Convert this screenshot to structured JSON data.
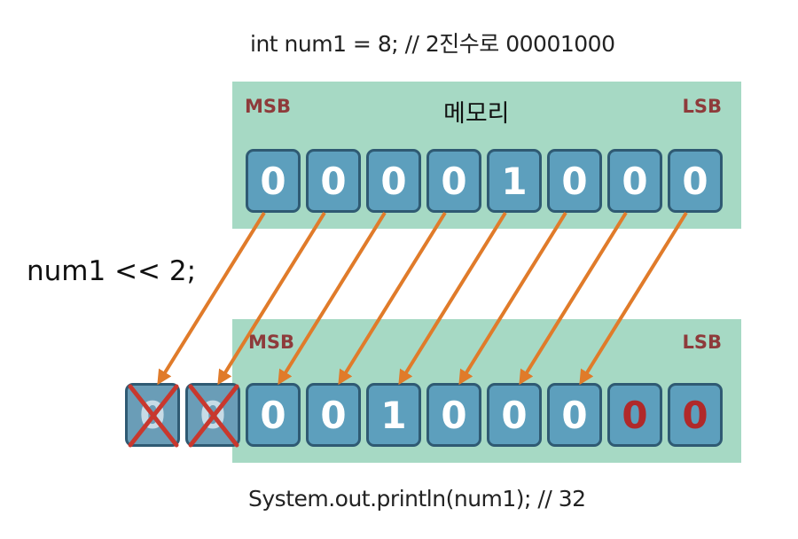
{
  "code_declaration": "int num1  = 8; // 2진수로 00001000",
  "shift_expression": "num1 << 2;",
  "code_output": "System.out.println(num1); // 32",
  "memory_before": {
    "title": "메모리",
    "msb_label": "MSB",
    "lsb_label": "LSB",
    "bits": [
      "0",
      "0",
      "0",
      "0",
      "1",
      "0",
      "0",
      "0"
    ]
  },
  "memory_after": {
    "msb_label": "MSB",
    "lsb_label": "LSB",
    "dropped_bits": [
      "0",
      "0"
    ],
    "bits": [
      "0",
      "0",
      "1",
      "0",
      "0",
      "0",
      "0",
      "0"
    ],
    "new_bits_count": 2
  },
  "colors": {
    "panel": "#a6d9c4",
    "cell_fill": "#5d9fbd",
    "cell_border": "#2f5a73",
    "arrow": "#e07b2a",
    "cross": "#c8382e",
    "label_red": "#8e3b3b",
    "new_bit": "#b0292a"
  }
}
